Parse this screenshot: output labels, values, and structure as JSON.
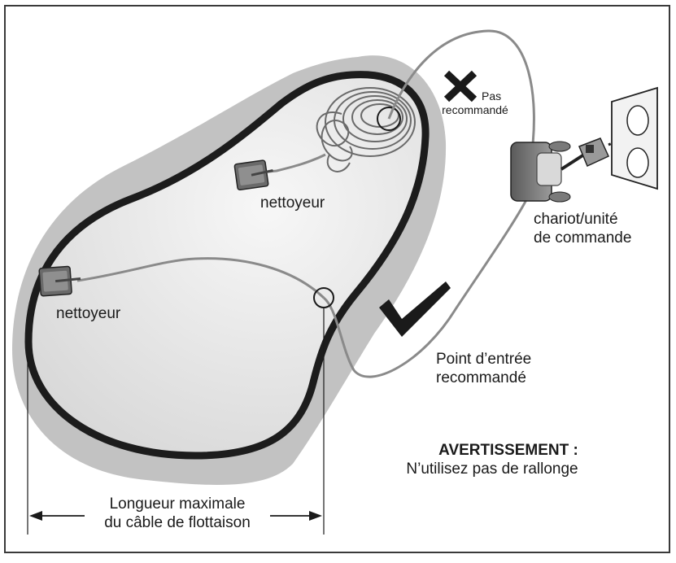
{
  "labels": {
    "cleaner_top": "nettoyeur",
    "cleaner_left": "nettoyeur",
    "not_recommended_1": "Pas",
    "not_recommended_2": "recommandé",
    "cart_1": "chariot/unité",
    "cart_2": "de commande",
    "entry_point_1": "Point d’entrée",
    "entry_point_2": "recommandé",
    "warning_title": "AVERTISSEMENT :",
    "warning_text": "N’utilisez pas de rallonge",
    "cable_length_1": "Longueur maximale",
    "cable_length_2": "du câble de flottaison"
  },
  "colors": {
    "frame": "#3a3a3a",
    "pool_edge": "#1c1c1c",
    "pool_fill": "#e4e4e4",
    "shadow": "#c2c2c2",
    "mark": "#1a1a1a"
  },
  "icons": [
    "x-mark-icon",
    "check-mark-icon",
    "cleaner-robot-icon",
    "power-outlet-icon",
    "control-unit-icon"
  ]
}
